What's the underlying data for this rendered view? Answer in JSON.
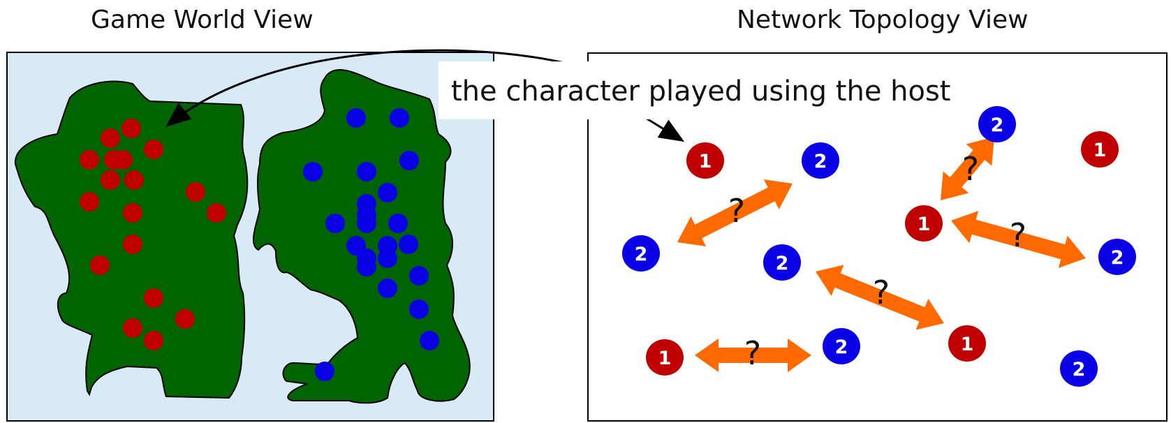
{
  "game_world": {
    "title": "Game World View",
    "colors": {
      "background": "#d9eaf7",
      "land": "#006400",
      "team1": "#c00000",
      "team2": "#0a00e6"
    }
  },
  "network": {
    "title": "Network Topology View",
    "callout": "the character played using the host",
    "nodes": [
      {
        "team": 1,
        "label": "1"
      },
      {
        "team": 2,
        "label": "2"
      },
      {
        "team": 2,
        "label": "2"
      },
      {
        "team": 1,
        "label": "1"
      },
      {
        "team": 2,
        "label": "2"
      },
      {
        "team": 2,
        "label": "2"
      },
      {
        "team": 1,
        "label": "1"
      },
      {
        "team": 2,
        "label": "2"
      },
      {
        "team": 1,
        "label": "1"
      },
      {
        "team": 2,
        "label": "2"
      },
      {
        "team": 1,
        "label": "1"
      },
      {
        "team": 2,
        "label": "2"
      }
    ],
    "links": [
      {
        "label": "?"
      },
      {
        "label": "?"
      },
      {
        "label": "?"
      },
      {
        "label": "?"
      },
      {
        "label": "?"
      }
    ],
    "colors": {
      "arrow": "#ff6a00",
      "team1": "#c00000",
      "team2": "#0a00e6"
    }
  }
}
